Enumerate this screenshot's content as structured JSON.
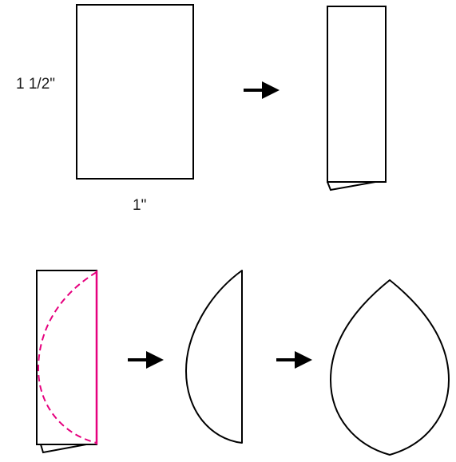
{
  "labels": {
    "height": "1 1/2\"",
    "width": "1\""
  },
  "colors": {
    "outline": "#000000",
    "fold_cut_guide": "#e6007e",
    "background": "#ffffff"
  },
  "steps": [
    "rectangle",
    "folded-rectangle",
    "folded-with-cut-guide",
    "half-petal",
    "petal"
  ]
}
